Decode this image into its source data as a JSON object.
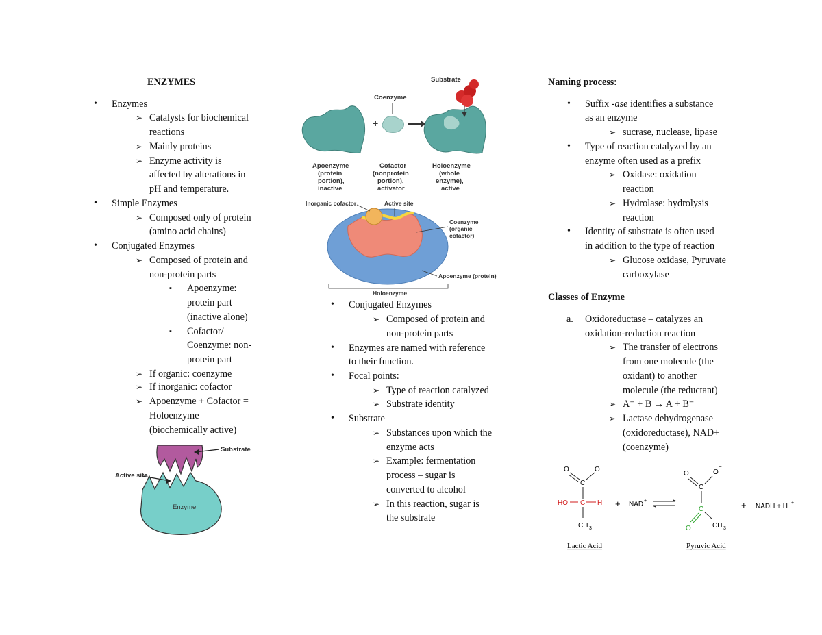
{
  "col1": {
    "title": "ENZYMES",
    "enzymes": "Enzymes",
    "catalysts_1": "Catalysts for biochemical",
    "catalysts_2": "reactions",
    "mainly": "Mainly proteins",
    "activity_1": "Enzyme activity is",
    "activity_2": "affected by alterations in",
    "activity_3": "pH and temperature.",
    "simple": "Simple Enzymes",
    "composed_1": "Composed only of protein",
    "composed_2": "(amino acid chains)",
    "conjugated": "Conjugated Enzymes",
    "conj_1": "Composed of protein and",
    "conj_2": "non-protein parts",
    "apo_1": "Apoenzyme:",
    "apo_2": "protein part",
    "apo_3": "(inactive alone)",
    "cof_1": "Cofactor/",
    "cof_2": "Coenzyme: non-",
    "cof_3": "protein part",
    "organic": "If organic: coenzyme",
    "inorganic": "If inorganic: cofactor",
    "holo_1": "Apoenzyme + Cofactor =",
    "holo_2": "Holoenzyme",
    "holo_3": "(biochemically active)"
  },
  "lock_diagram": {
    "substrate": "Substrate",
    "active_site": "Active site",
    "enzyme": "Enzyme"
  },
  "holo_diagram": {
    "substrate": "Substrate",
    "coenzyme": "Coenzyme",
    "plus": "+",
    "apo_1": "Apoenzyme",
    "apo_2": "(protein",
    "apo_3": "portion),",
    "apo_4": "inactive",
    "cof_1": "Cofactor",
    "cof_2": "(nonprotein",
    "cof_3": "portion),",
    "cof_4": "activator",
    "holo_1": "Holoenzyme",
    "holo_2": "(whole",
    "holo_3": "enzyme),",
    "holo_4": "active",
    "inorganic_cofactor": "Inorganic cofactor",
    "active_site": "Active site",
    "coenzyme_org_1": "Coenzyme",
    "coenzyme_org_2": "(organic",
    "coenzyme_org_3": "cofactor)",
    "apoenzyme_protein": "Apoenzyme (protein)",
    "holoenzyme": "Holoenzyme"
  },
  "col2": {
    "conjugated": "Conjugated Enzymes",
    "conj_1": "Composed of protein and",
    "conj_2": "non-protein parts",
    "named_1": "Enzymes are named with reference",
    "named_2": "to their function.",
    "focal": "Focal points:",
    "focal_1": "Type of reaction catalyzed",
    "focal_2": "Substrate identity",
    "substrate": "Substrate",
    "sub_1": "Substances upon which the",
    "sub_2": "enzyme acts",
    "ex_1": "Example: fermentation",
    "ex_2": "process – sugar is",
    "ex_3": "converted to alcohol",
    "in_1": "In this reaction, sugar is",
    "in_2": "the substrate"
  },
  "col3": {
    "naming_title": "Naming process",
    "naming_colon": ":",
    "suffix_pre": "Suffix -",
    "suffix_em": "ase",
    "suffix_post": " identifies a substance",
    "suffix_2": "as an enzyme",
    "suffix_ex": "sucrase, nuclease, lipase",
    "type_1": "Type of reaction catalyzed by an",
    "type_2": "enzyme often used as a prefix",
    "oxidase_1": "Oxidase: oxidation",
    "oxidase_2": "reaction",
    "hydrolase_1": "Hydrolase: hydrolysis",
    "hydrolase_2": "reaction",
    "identity_1": "Identity of substrate is often used",
    "identity_2": "in addition to the type of reaction",
    "glucose_1": "Glucose oxidase, Pyruvate",
    "glucose_2": "carboxylase",
    "classes_title": "Classes of Enzyme",
    "oxido_1": "Oxidoreductase – catalyzes an",
    "oxido_2": "oxidation-reduction reaction",
    "transfer_1": "The transfer of electrons",
    "transfer_2": "from one molecule (the",
    "transfer_3": "oxidant) to another",
    "transfer_4": "molecule (the reductant)",
    "equation": "A⁻ + B → A + B⁻",
    "lactase_1": "Lactase dehydrogenase",
    "lactase_2": "(oxidoreductase), NAD+",
    "lactase_3": "(coenzyme)"
  },
  "reaction": {
    "o1": "O",
    "c1": "C",
    "o_minus1": "O",
    "minus1": "−",
    "ho": "HO",
    "c2": "C",
    "h": "H",
    "ch3_1": "CH",
    "sub3a": "3",
    "plus1": "+",
    "nad": "NAD",
    "sup_plus": "+",
    "o2": "O",
    "c3": "C",
    "o_minus2": "O",
    "minus2": "−",
    "c4": "C",
    "o3": "O",
    "ch3_2": "CH",
    "sub3b": "3",
    "plus2": "+",
    "nadh": "NADH + H",
    "sup_plus2": "+",
    "lactic": "Lactic Acid",
    "pyruvic": "Pyruvic Acid"
  },
  "colors": {
    "teal": "#5aa7a0",
    "teal_light": "#a8d3cc",
    "red_substrate": "#d42a2a",
    "blue_enzyme": "#6f9fd6",
    "salmon": "#ef8a78",
    "orange_cofactor": "#f2b55c",
    "yellow_site": "#f6d640",
    "purple_substrate": "#b25a9e",
    "enzyme_cyan": "#77cfc9",
    "chem_red": "#d21c1c",
    "chem_green": "#2ca42c"
  }
}
